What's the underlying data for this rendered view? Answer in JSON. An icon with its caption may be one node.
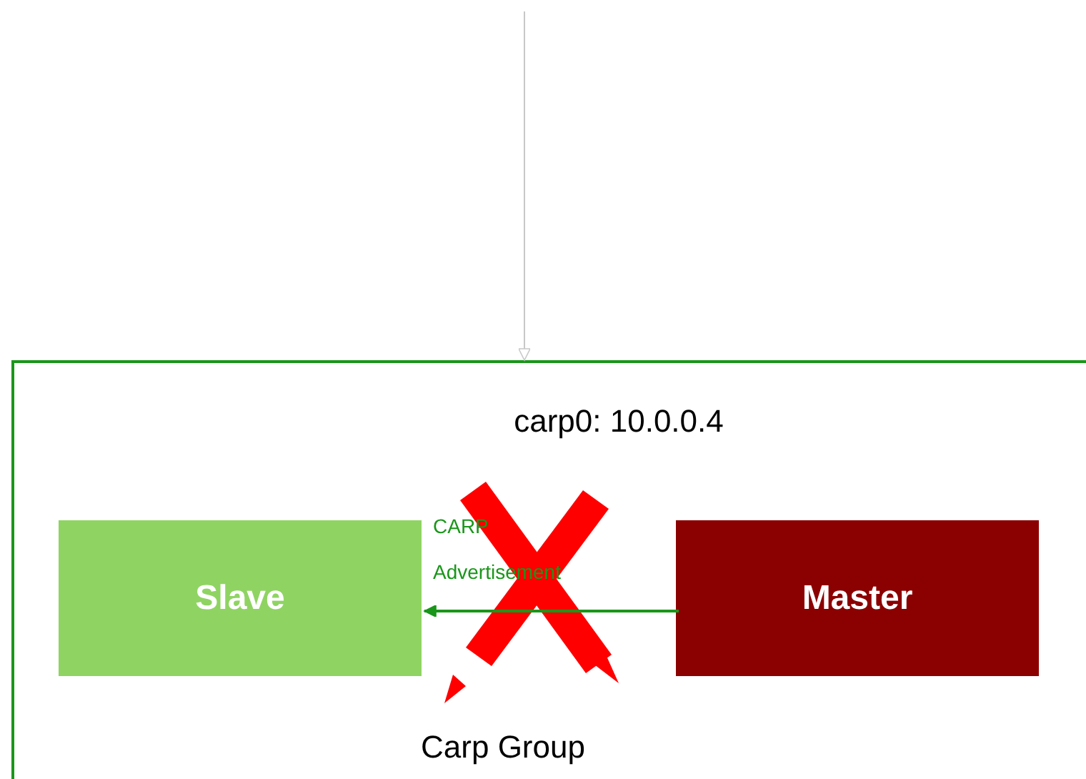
{
  "diagram": {
    "nodes": [
      {
        "text": [
          "carp0: 10.0.0.4",
          "Carp Group"
        ]
      },
      {
        "text": [
          "Slave"
        ],
        "in": 0
      },
      {
        "text": [
          "Master"
        ],
        "in": 0
      }
    ],
    "edges": [
      {
        "from": null,
        "to": 0,
        "arrow": "to",
        "color": "#c8c8c8"
      },
      {
        "from": 2,
        "to": 1,
        "arrow": "to",
        "label": "CARP Advertisement",
        "color": "#1a961a"
      }
    ]
  }
}
